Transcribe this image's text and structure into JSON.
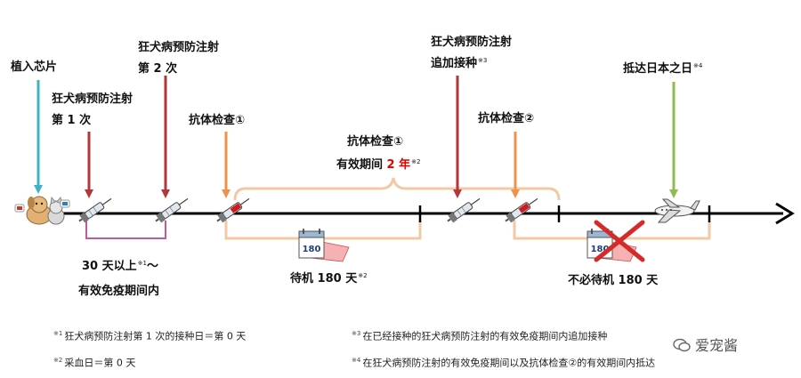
{
  "labels": {
    "chip": "植入芯片",
    "vac1_l1": "狂犬病预防注射",
    "vac1_l2": "第 1 次",
    "vac2_l1": "狂犬病预防注射",
    "vac2_l2": "第 2 次",
    "test1": "抗体检查①",
    "validity_l1": "抗体检查①",
    "validity_pre": "有效期间 ",
    "validity_red": "2 年",
    "validity_mark": "※2",
    "booster_l1": "狂犬病预防注射",
    "booster_l2": "追加接种",
    "booster_mark": "※3",
    "test2": "抗体检查②",
    "arrival": "抵达日本之日",
    "arrival_mark": "※4",
    "immunity_l1": "30 天以上",
    "immunity_mark": "※1",
    "immunity_tilde": "～",
    "immunity_l2": "有效免疫期间内",
    "wait": "待机 180 天",
    "wait_mark": "※2",
    "nowait": "不必待机 180 天",
    "calendar": "180"
  },
  "notes": [
    {
      "mark": "※1",
      "text": "狂犬病预防注射第 1 次的接种日＝第 0 天"
    },
    {
      "mark": "※2",
      "text": "采血日＝第 0 天"
    },
    {
      "mark": "※3",
      "text": "在已经接种的狂犬病预防注射的有效免疫期间内追加接种"
    },
    {
      "mark": "※4",
      "text": "在狂犬病预防注射的有效免疫期间以及抗体检查②的有效期间内抵达"
    }
  ],
  "watermark": "爱宠酱",
  "colors": {
    "chip_arrow": "#3eb3c8",
    "vaccine_arrow": "#b5363a",
    "test_arrow": "#f0914a",
    "arrival_arrow": "#8fbc4e",
    "bracket": "#f3c9a5",
    "purple_bracket": "#c05a9c",
    "cross": "#d42a2a",
    "timeline": "#000000"
  }
}
